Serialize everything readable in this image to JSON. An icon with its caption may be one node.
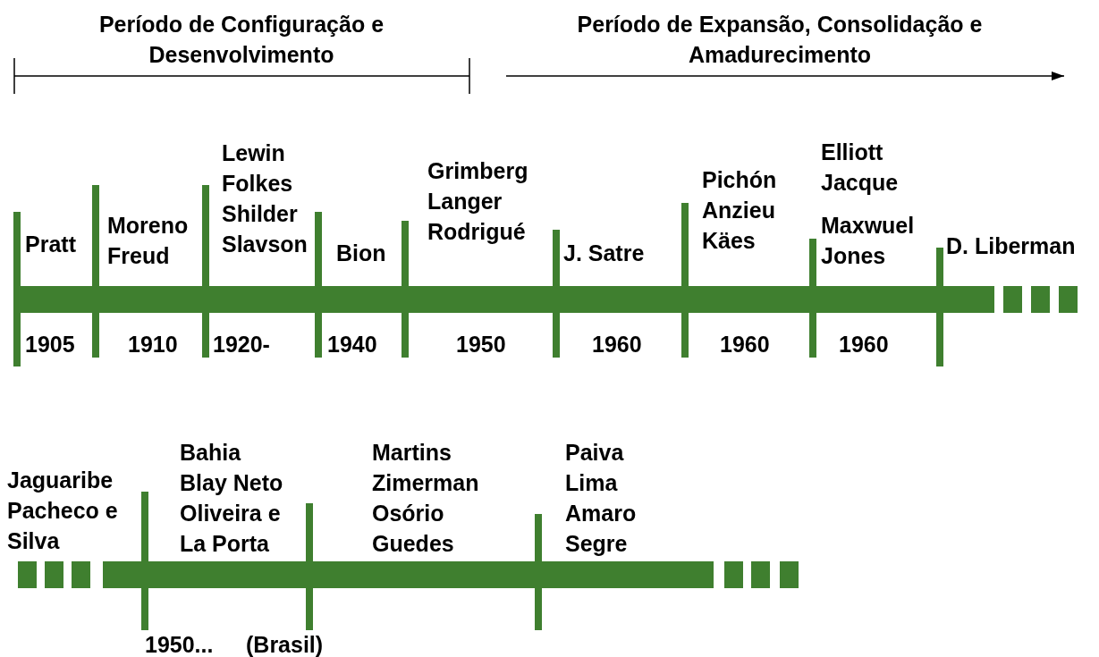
{
  "diagram": {
    "labels": [
      "Período de Configuração e Desenvolvimento",
      "Período de Expansão, Consolidação e Amadurecimento",
      "Pratt",
      "Moreno",
      "Freud",
      "Lewin",
      "Folkes",
      "Shilder",
      "Slavson",
      "Bion",
      "Grimberg",
      "Langer",
      "Rodrigué",
      "J. Satre",
      "Pichón",
      "Anzieu",
      "Käes",
      "Elliott",
      "Jacque",
      "Maxwuel",
      "Jones",
      "D. Liberman",
      "1905",
      "1910",
      "1920-",
      "1940",
      "1950",
      "1960",
      "1960",
      "1960",
      "Jaguaribe",
      "Pacheco e Silva",
      "Bahia",
      "Blay Neto",
      "Oliveira e La Porta",
      "Martins",
      "Zimerman",
      "Osório",
      "Guedes",
      "Paiva",
      "Lima",
      "Amaro",
      "Segre",
      "1950...",
      "(Brasil)"
    ]
  }
}
